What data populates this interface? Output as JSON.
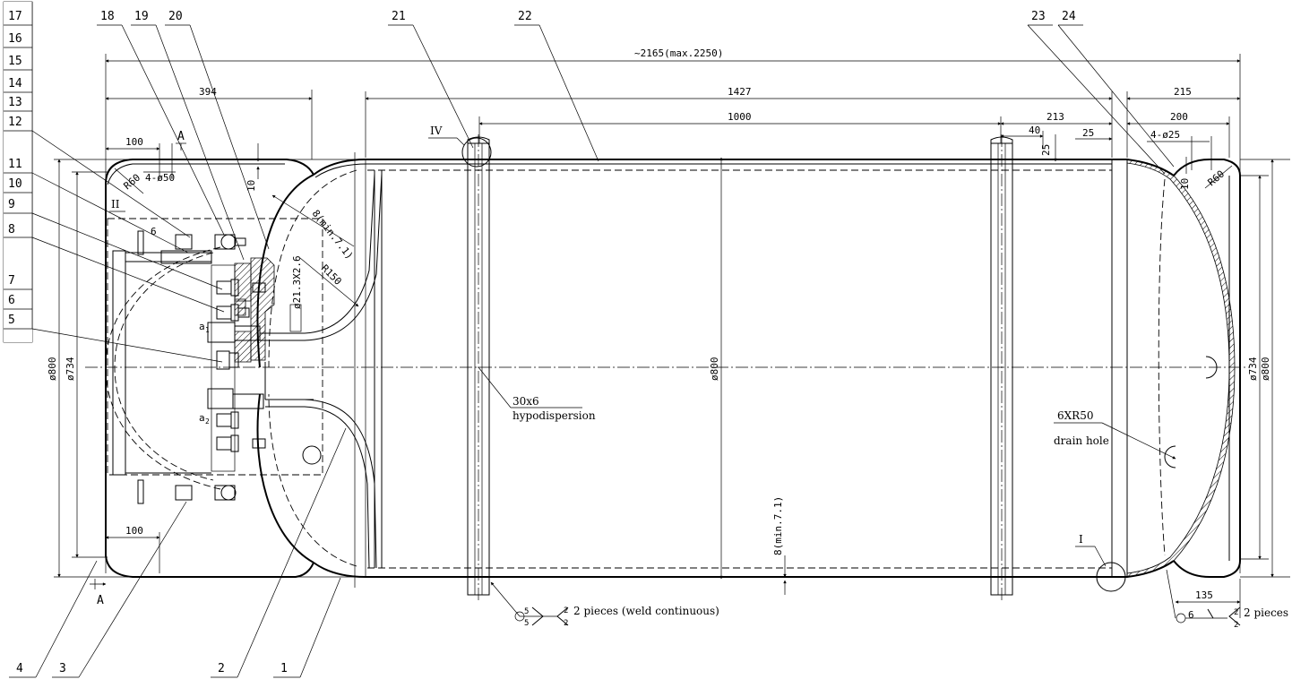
{
  "part_numbers": {
    "left_column": [
      "17",
      "16",
      "15",
      "14",
      "13",
      "12",
      "11",
      "10",
      "9",
      "8",
      "7",
      "6",
      "5"
    ],
    "top": [
      "18",
      "19",
      "20",
      "21",
      "22",
      "23",
      "24"
    ],
    "bottom": [
      "4",
      "3",
      "2",
      "1"
    ]
  },
  "dimensions": {
    "overall": "~2165(max.2250)",
    "d394": "394",
    "d1427": "1427",
    "d1000": "1000",
    "d215": "215",
    "d213": "213",
    "d200": "200",
    "d100_top": "100",
    "d100_bottom": "100",
    "d40": "40",
    "d25_h": "25",
    "d25_v": "25",
    "d10_left": "10",
    "d10_right": "10",
    "r60_left": "R60",
    "r60_right": "R60",
    "holes_left": "4-ø50",
    "holes_right": "4-ø25",
    "shell_thk": "8(min.7.1)",
    "shell_thk_bottom": "8(min.7.1)",
    "r150": "R150",
    "pipe": "ø21.3X2.6",
    "dia800_left": "ø800",
    "dia734_left": "ø734",
    "dia800_mid": "ø800",
    "dia734_right": "ø734",
    "dia800_right": "ø800",
    "d135": "135",
    "d6": "6"
  },
  "labels": {
    "section_A_top": "A",
    "section_A_bottom": "A",
    "detail_II": "II",
    "detail_IV": "IV",
    "detail_I": "I",
    "a1": "a",
    "a1_sub": "1",
    "a2": "a",
    "a2_sub": "2"
  },
  "notes": {
    "hypo_size": "30x6",
    "hypo_text": "hypodispersion",
    "drain_size": "6XR50",
    "drain_text": "drain hole",
    "weld_left": "2 pieces (weld continuous)",
    "weld_right": "2 pieces",
    "weld_5a": "5",
    "weld_5b": "5",
    "weld_2a": "2",
    "weld_2b": "2",
    "weld_6": "6",
    "weld_2c": "2",
    "weld_2d": "2"
  }
}
